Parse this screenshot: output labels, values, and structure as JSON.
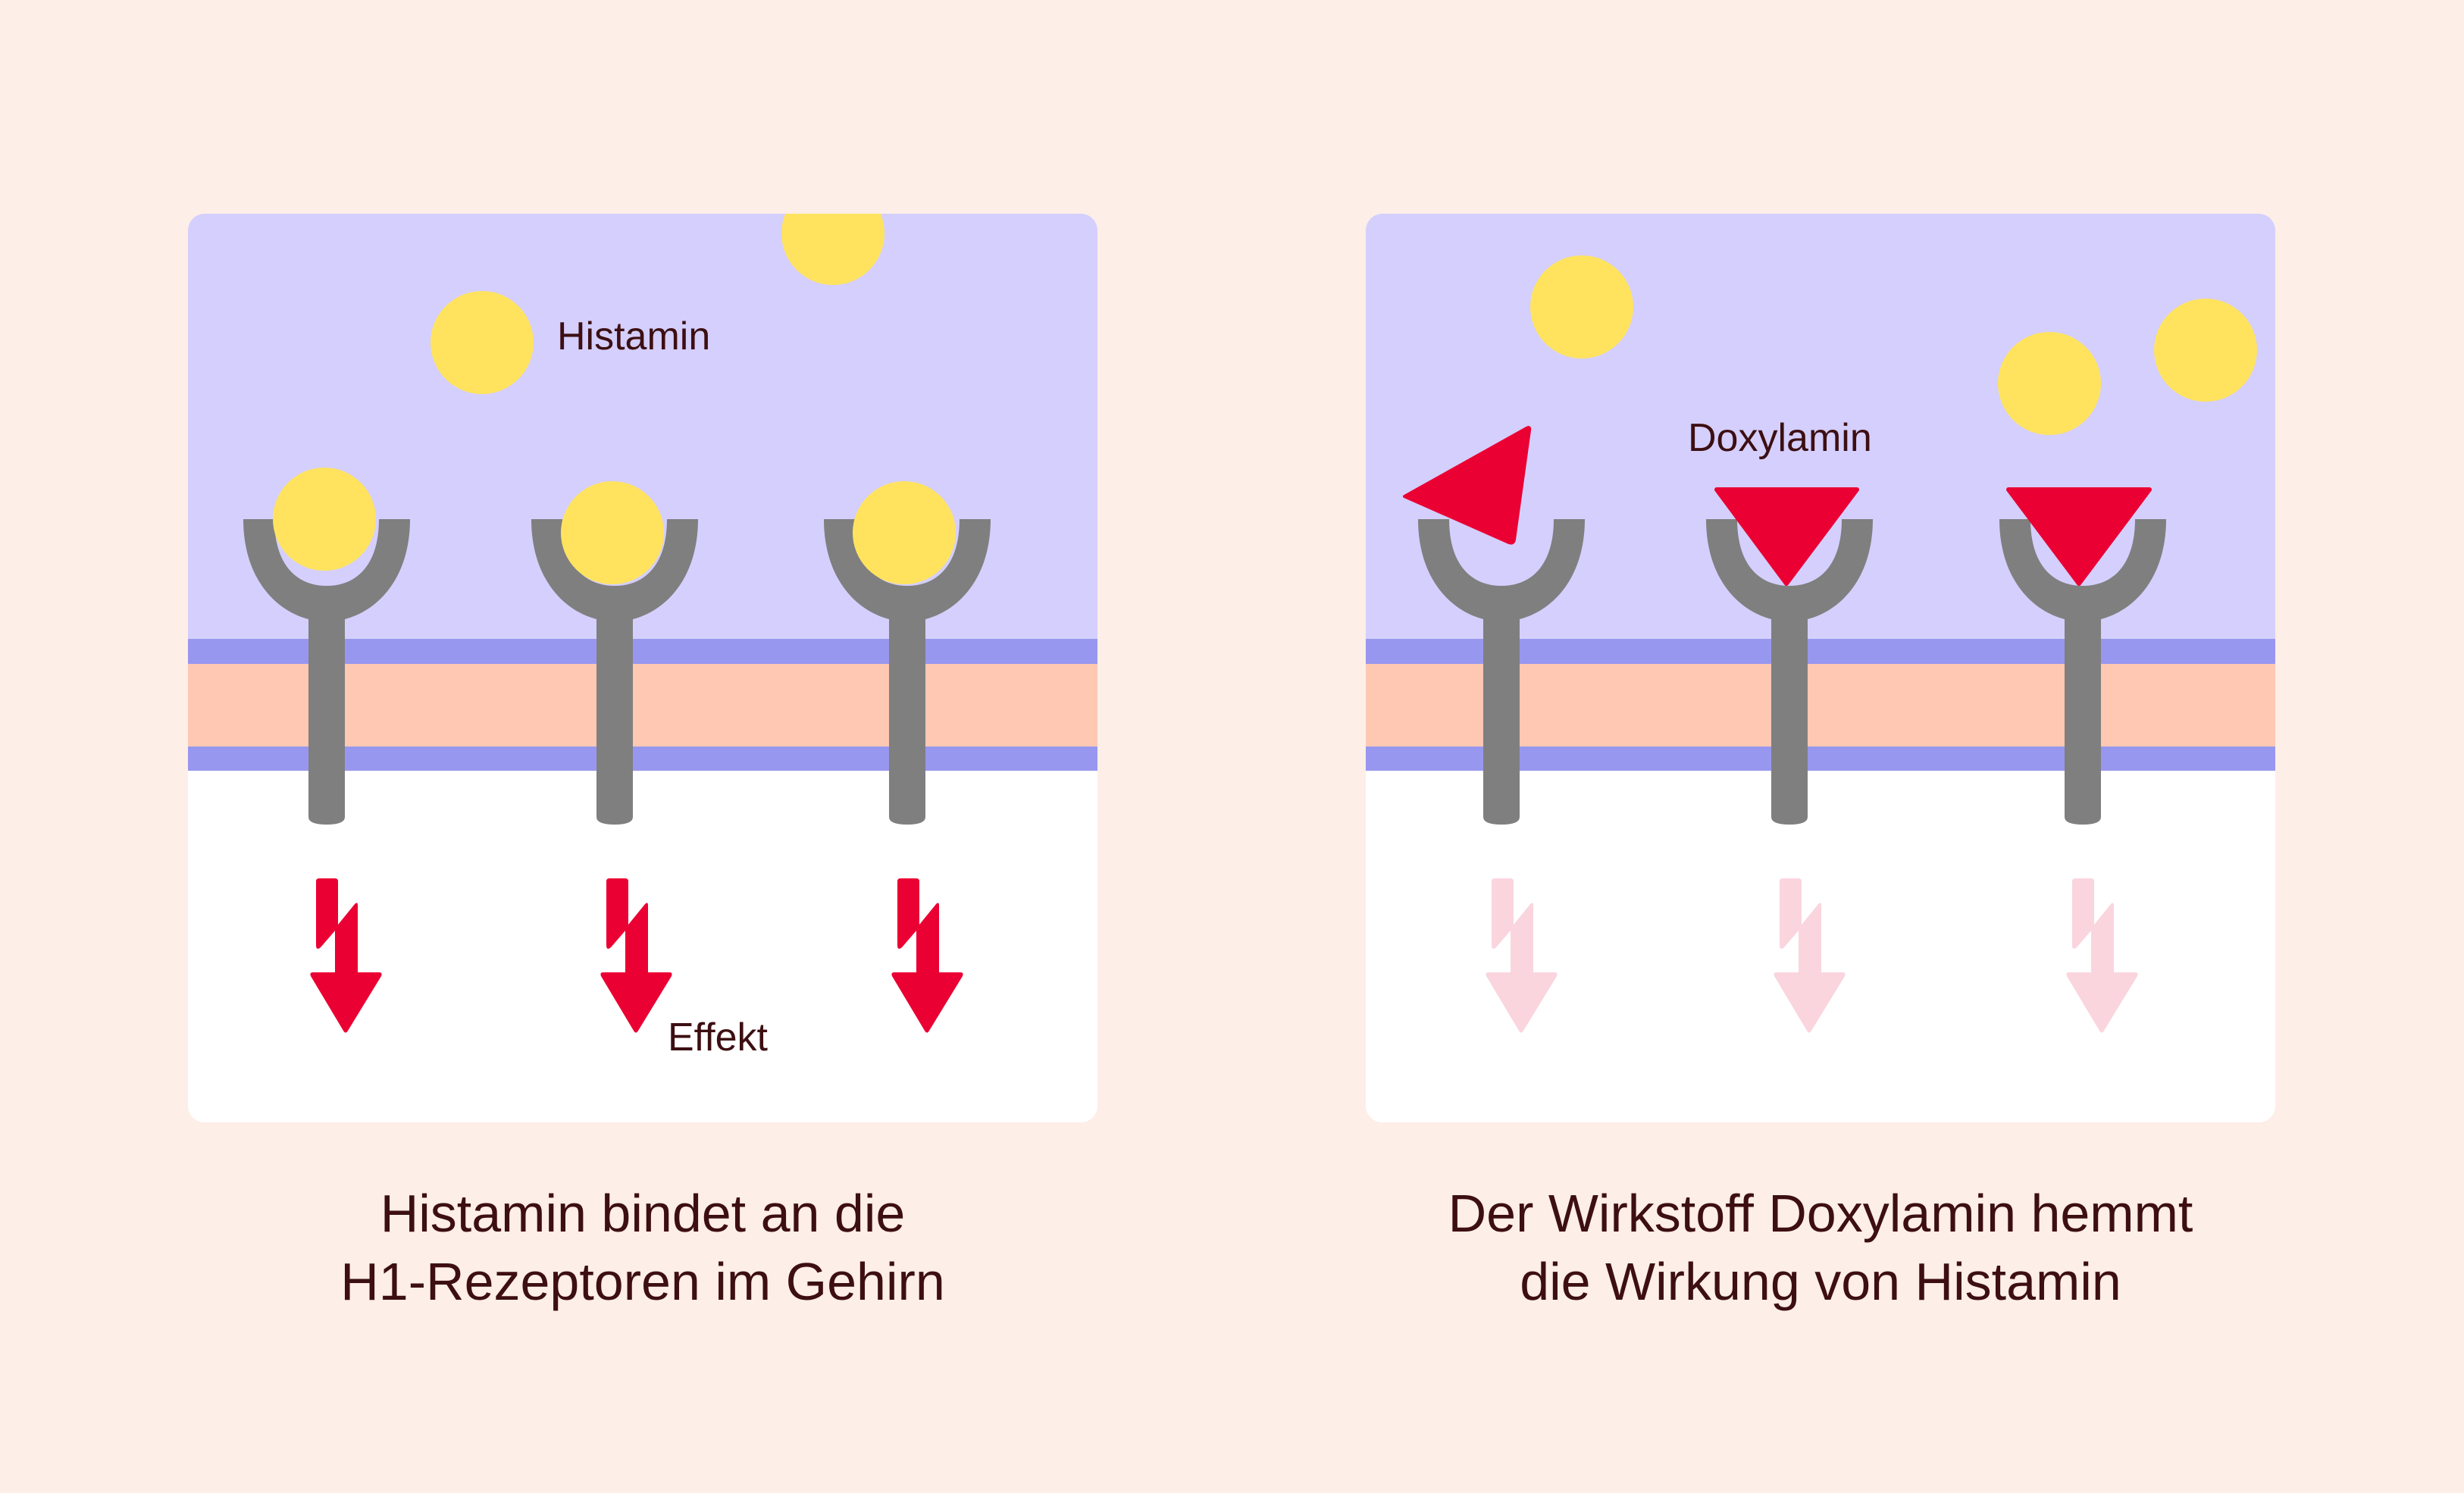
{
  "colors": {
    "background": "#fdeee7",
    "extracellular": "#d4cffd",
    "membrane_edge": "#9897ef",
    "membrane_core": "#fec8b3",
    "intracellular": "#ffffff",
    "receptor": "#7f7f7f",
    "histamine": "#ffe35f",
    "doxylamine": "#eb0033",
    "effect_active": "#eb0033",
    "effect_inactive": "#fad5de",
    "text": "#3d0f12"
  },
  "left_panel": {
    "histamine_label": "Histamin",
    "effect_label": "Effekt",
    "caption_line1": "Histamin bindet an die",
    "caption_line2": "H1-Rezeptoren im Gehirn",
    "receptor_count": 3,
    "bound_histamine_count": 3,
    "free_histamine_count": 2,
    "effect_arrows": "active"
  },
  "right_panel": {
    "doxylamine_label": "Doxylamin",
    "caption_line1": "Der Wirkstoff Doxylamin hemmt",
    "caption_line2": "die Wirkung von Histamin",
    "receptor_count": 3,
    "bound_doxylamine_count": 2,
    "approaching_doxylamine_count": 1,
    "free_histamine_count": 3,
    "effect_arrows": "inhibited"
  }
}
